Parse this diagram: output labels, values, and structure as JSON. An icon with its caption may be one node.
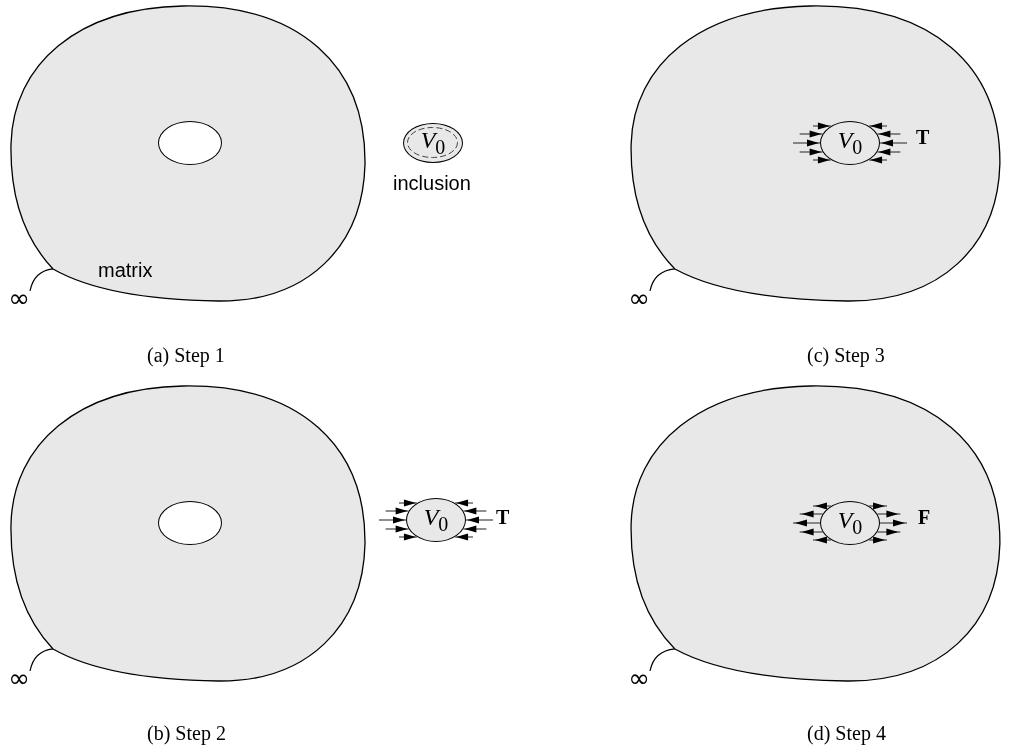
{
  "diagram": {
    "nodes": [
      {
        "text": [
          "matrix"
        ]
      },
      {
        "text": [],
        "shape": "ellipse",
        "in": 0
      },
      {
        "text": [
          "*V*$_{0}$"
        ],
        "beside": [
          "inclusion"
        ]
      },
      {
        "text": [
          "∞"
        ]
      },
      {
        "text": [],
        "shape": "blob"
      },
      {
        "text": [
          "*V*$_{0}$"
        ],
        "in": 4
      },
      {
        "text": [
          "∞"
        ]
      },
      {
        "text": [],
        "shape": "blob"
      },
      {
        "text": [],
        "shape": "ellipse",
        "in": 7
      },
      {
        "text": [
          "*V*$_{0}$"
        ]
      },
      {
        "text": [
          "∞"
        ]
      },
      {
        "text": [],
        "shape": "blob"
      },
      {
        "text": [
          "*V*$_{0}$"
        ],
        "in": 11
      },
      {
        "text": [
          "∞"
        ]
      }
    ],
    "edges": [
      {
        "from": 3,
        "to": 0,
        "arrow": "none"
      },
      {
        "from": 6,
        "to": 4,
        "arrow": "none"
      },
      {
        "from": 10,
        "to": 7,
        "arrow": "none"
      },
      {
        "from": 13,
        "to": 11,
        "arrow": "none"
      }
    ],
    "labels": [
      "T",
      "(a) Step 1",
      "(c) Step 3",
      "T",
      "F",
      "(b) Step 2",
      "(d) Step 4"
    ]
  }
}
